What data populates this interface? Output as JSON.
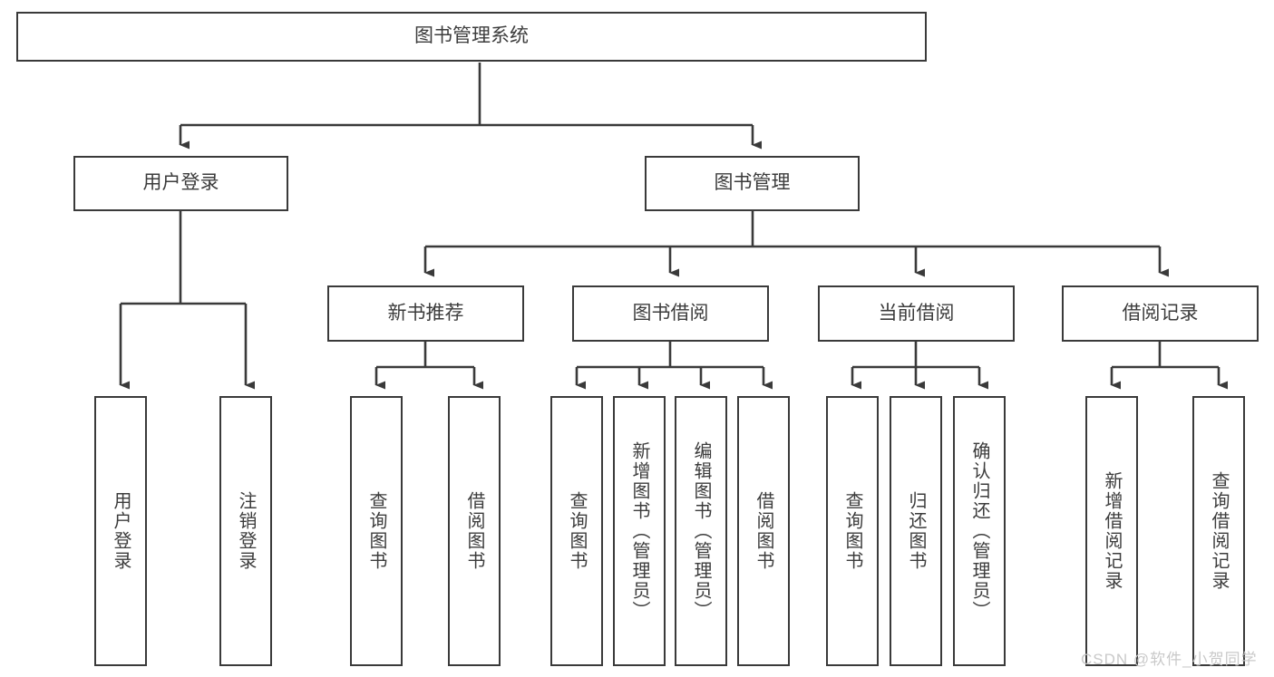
{
  "diagram": {
    "title_node": {
      "label": "图书管理系统"
    },
    "level1": [
      {
        "label": "用户登录"
      },
      {
        "label": "图书管理"
      }
    ],
    "level2": [
      {
        "label": "新书推荐"
      },
      {
        "label": "图书借阅"
      },
      {
        "label": "当前借阅"
      },
      {
        "label": "借阅记录"
      }
    ],
    "leaves": {
      "user_login": [
        {
          "label": "用户登录"
        },
        {
          "label": "注销登录"
        }
      ],
      "new_book": [
        {
          "label": "查询图书"
        },
        {
          "label": "借阅图书"
        }
      ],
      "book_borrow": [
        {
          "label": "查询图书"
        },
        {
          "label": "新增图书（管理员）"
        },
        {
          "label": "编辑图书（管理员）"
        },
        {
          "label": "借阅图书"
        }
      ],
      "current_borrow": [
        {
          "label": "查询图书"
        },
        {
          "label": "归还图书"
        },
        {
          "label": "确认归还（管理员）"
        }
      ],
      "borrow_record": [
        {
          "label": "新增借阅记录"
        },
        {
          "label": "查询借阅记录"
        }
      ]
    }
  },
  "watermark": {
    "text": "CSDN @软件_小贺同学"
  },
  "colors": {
    "border": "#3a3a3a",
    "text": "#3c3c3c",
    "background": "#ffffff",
    "watermark": "#c9c9c9"
  }
}
